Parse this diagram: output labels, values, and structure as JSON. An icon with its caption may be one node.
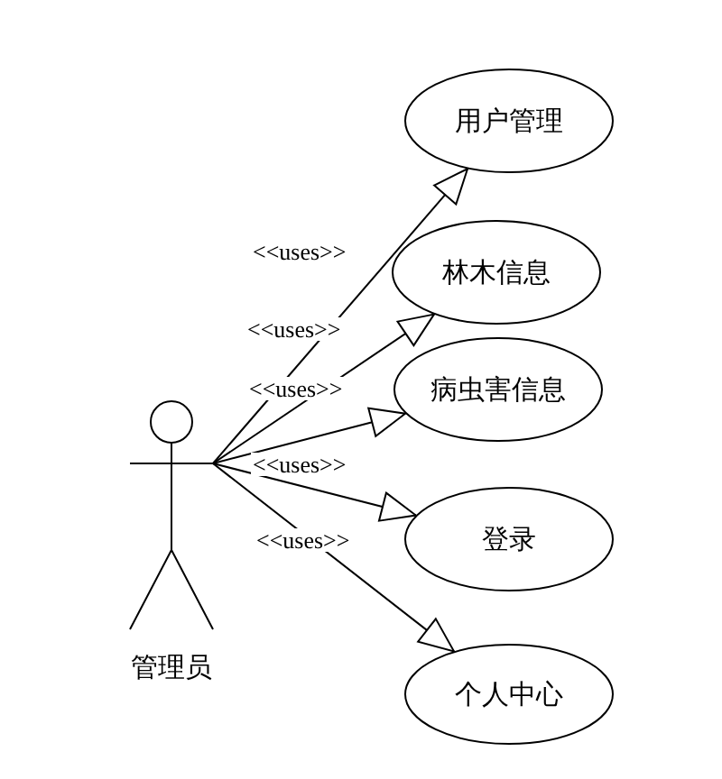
{
  "diagram": {
    "nodes": [
      {
        "text": [
          "管理员"
        ]
      },
      {
        "text": [
          "用户管理"
        ]
      },
      {
        "text": [
          "林木信息"
        ]
      },
      {
        "text": [
          "病虫害信息"
        ]
      },
      {
        "text": [
          "登录"
        ]
      },
      {
        "text": [
          "个人中心"
        ]
      }
    ],
    "edges": [
      {
        "from": 0,
        "to": 1,
        "arrow": "to",
        "label": "<<uses>>"
      },
      {
        "from": 0,
        "to": 2,
        "arrow": "to",
        "label": "<<uses>>"
      },
      {
        "from": 0,
        "to": 3,
        "arrow": "to",
        "label": "<<uses>>"
      },
      {
        "from": 0,
        "to": 4,
        "arrow": "to",
        "label": "<<uses>>"
      },
      {
        "from": 0,
        "to": 5,
        "arrow": "to",
        "label": "<<uses>>"
      }
    ]
  }
}
